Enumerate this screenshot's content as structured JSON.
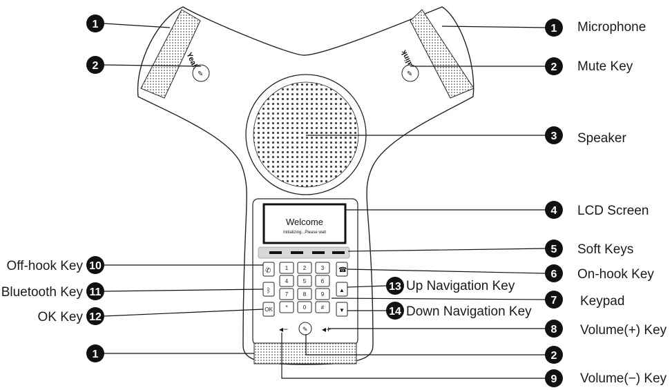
{
  "callouts": {
    "c1_top_left": "1",
    "c2_left": "2",
    "c1_top_right": "1",
    "c2_right": "2",
    "c3": "3",
    "c4": "4",
    "c5": "5",
    "c6": "6",
    "c7": "7",
    "c8": "8",
    "c9": "9",
    "c10": "10",
    "c11": "11",
    "c12": "12",
    "c13": "13",
    "c14": "14",
    "c1_bottom": "1",
    "c2_bottom": "2"
  },
  "labels": {
    "microphone": "Microphone",
    "mute_key": "Mute Key",
    "speaker": "Speaker",
    "lcd_screen": "LCD Screen",
    "soft_keys": "Soft Keys",
    "on_hook_key": "On-hook Key",
    "keypad": "Keypad",
    "volume_plus": "Volume(+) Key",
    "volume_minus": "Volume(−) Key",
    "off_hook_key": "Off-hook Key",
    "bluetooth_key": "Bluetooth Key",
    "ok_key": "OK Key",
    "up_nav_key": "Up Navigation Key",
    "down_nav_key": "Down Navigation Key"
  },
  "screen": {
    "title": "Welcome",
    "subtitle": "Initializing...Please wait"
  },
  "brand": {
    "logo_left": "Yealink",
    "logo_right": "Yealink"
  },
  "keypad": {
    "keys": [
      "1",
      "2",
      "3",
      "4",
      "5",
      "6",
      "7",
      "8",
      "9",
      "*",
      "0",
      "#"
    ],
    "ok": "OK"
  }
}
